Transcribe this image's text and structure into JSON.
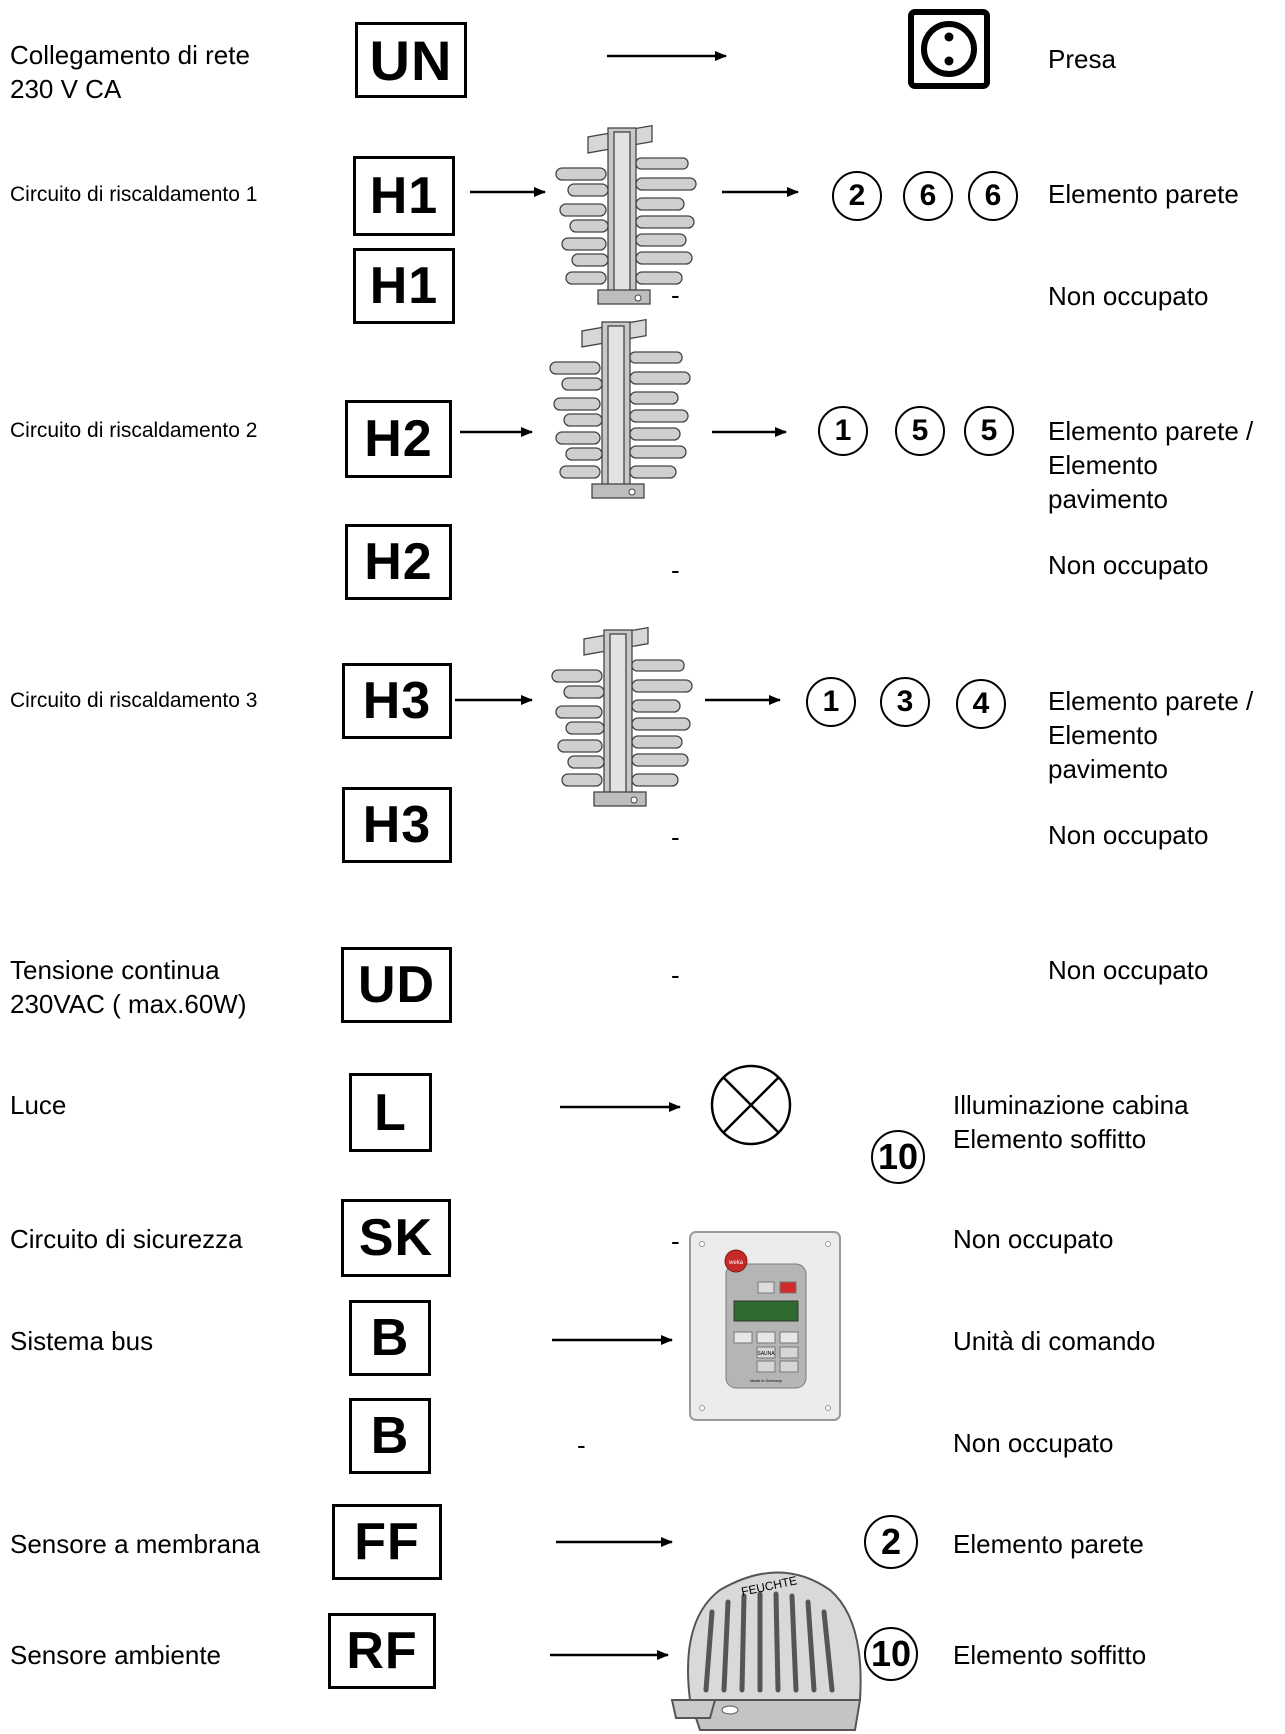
{
  "rows": {
    "un": {
      "left": "Collegamento di rete\n230 V CA",
      "code": "UN",
      "right": "Presa"
    },
    "h1a": {
      "left": "Circuito di riscaldamento 1",
      "code": "H1",
      "nums": [
        "2",
        "6",
        "6"
      ],
      "right": "Elemento parete"
    },
    "h1b": {
      "code": "H1",
      "dash": "-",
      "right": "Non occupato"
    },
    "h2a": {
      "left": "Circuito di riscaldamento 2",
      "code": "H2",
      "nums": [
        "1",
        "5",
        "5"
      ],
      "right": "Elemento parete /\nElemento\npavimento"
    },
    "h2b": {
      "code": "H2",
      "dash": "-",
      "right": "Non occupato"
    },
    "h3a": {
      "left": "Circuito di riscaldamento 3",
      "code": "H3",
      "nums": [
        "1",
        "3",
        "4"
      ],
      "right": "Elemento parete /\nElemento\npavimento"
    },
    "h3b": {
      "code": "H3",
      "dash": "-",
      "right": "Non occupato"
    },
    "ud": {
      "left": "Tensione continua\n230VAC ( max.60W)",
      "code": "UD",
      "dash": "-",
      "right": "Non occupato"
    },
    "l": {
      "left": "Luce",
      "code": "L",
      "num": "10",
      "right": "Illuminazione cabina\nElemento soffitto"
    },
    "sk": {
      "left": "Circuito di sicurezza",
      "code": "SK",
      "dash": "-",
      "right": "Non occupato"
    },
    "b1": {
      "left": "Sistema bus",
      "code": "B",
      "right": "Unità di comando"
    },
    "b2": {
      "code": "B",
      "dash": "-",
      "right": "Non occupato"
    },
    "ff": {
      "left": "Sensore a membrana",
      "code": "FF",
      "num": "2",
      "right": "Elemento parete"
    },
    "rf": {
      "left": "Sensore ambiente",
      "code": "RF",
      "num": "10",
      "right": "Elemento soffitto"
    }
  },
  "device_logo": "weka",
  "device_button_label": "SAUNA",
  "device_footer": "Made in Germany",
  "sensor_text": "FEUCHTE",
  "icons": {
    "socket": "socket-icon",
    "lamp": "lamp-icon",
    "terminal": "terminal-block-icon",
    "controller": "control-unit-icon",
    "sensor": "humidity-sensor-icon"
  }
}
